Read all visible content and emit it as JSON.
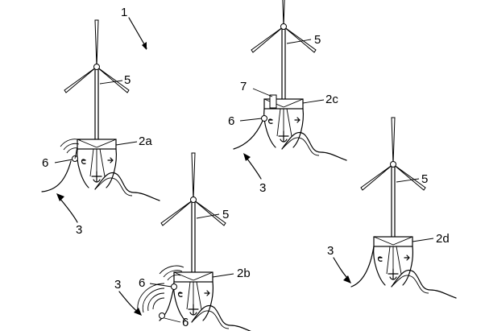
{
  "labels": {
    "figure": "1",
    "turbine": "5",
    "cable": "3",
    "sensor": "6",
    "element": "7",
    "platform_a": "2a",
    "platform_b": "2b",
    "platform_c": "2c",
    "platform_d": "2d"
  }
}
